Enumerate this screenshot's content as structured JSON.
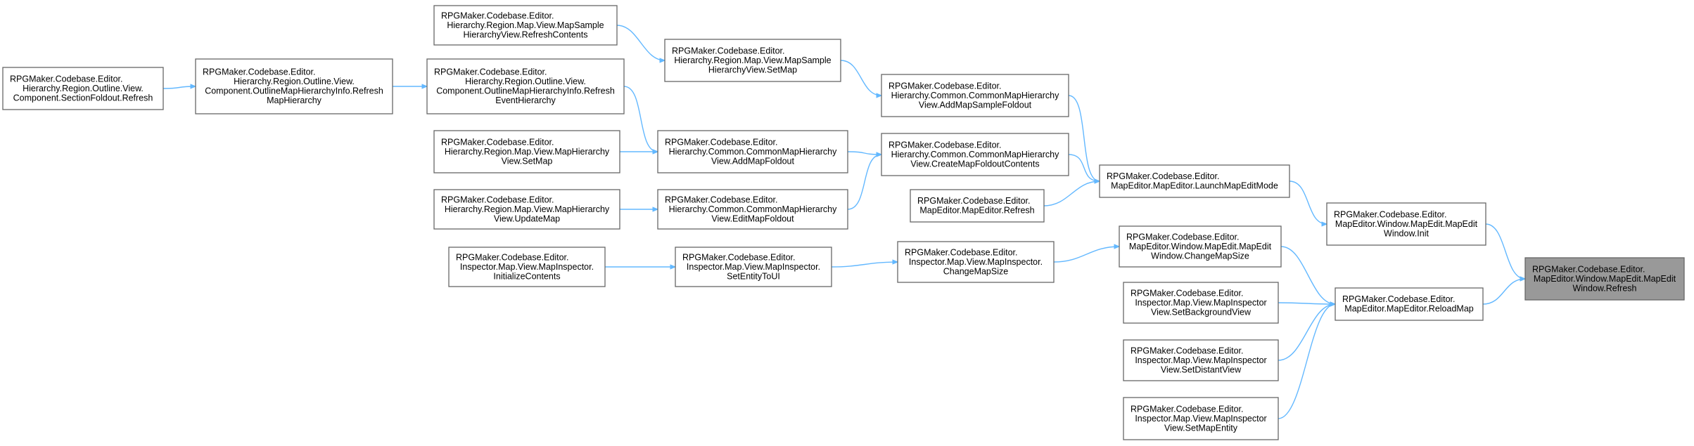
{
  "diagram": {
    "nodes": [
      {
        "id": "n_refresh_target",
        "lines": [
          "RPGMaker.Codebase.Editor.",
          "MapEditor.Window.MapEdit.MapEdit",
          "Window.Refresh"
        ],
        "highlight": true
      },
      {
        "id": "n_init",
        "lines": [
          "RPGMaker.Codebase.Editor.",
          "MapEditor.Window.MapEdit.MapEdit",
          "Window.Init"
        ]
      },
      {
        "id": "n_reloadmap",
        "lines": [
          "RPGMaker.Codebase.Editor.",
          "MapEditor.MapEditor.ReloadMap"
        ]
      },
      {
        "id": "n_launch",
        "lines": [
          "RPGMaker.Codebase.Editor.",
          "MapEditor.MapEditor.LaunchMapEditMode"
        ]
      },
      {
        "id": "n_addsamplefoldout",
        "lines": [
          "RPGMaker.Codebase.Editor.",
          "Hierarchy.Common.CommonMapHierarchy",
          "View.AddMapSampleFoldout"
        ]
      },
      {
        "id": "n_createfoldout",
        "lines": [
          "RPGMaker.Codebase.Editor.",
          "Hierarchy.Common.CommonMapHierarchy",
          "View.CreateMapFoldoutContents"
        ]
      },
      {
        "id": "n_mapeditor_refresh",
        "lines": [
          "RPGMaker.Codebase.Editor.",
          "MapEditor.MapEditor.Refresh"
        ]
      },
      {
        "id": "n_sample_setmap",
        "lines": [
          "RPGMaker.Codebase.Editor.",
          "Hierarchy.Region.Map.View.MapSample",
          "HierarchyView.SetMap"
        ]
      },
      {
        "id": "n_sample_refreshcontents",
        "lines": [
          "RPGMaker.Codebase.Editor.",
          "Hierarchy.Region.Map.View.MapSample",
          "HierarchyView.RefreshContents"
        ]
      },
      {
        "id": "n_addmapfoldout",
        "lines": [
          "RPGMaker.Codebase.Editor.",
          "Hierarchy.Common.CommonMapHierarchy",
          "View.AddMapFoldout"
        ]
      },
      {
        "id": "n_editmapfoldout",
        "lines": [
          "RPGMaker.Codebase.Editor.",
          "Hierarchy.Common.CommonMapHierarchy",
          "View.EditMapFoldout"
        ]
      },
      {
        "id": "n_refresheventhierarchy",
        "lines": [
          "RPGMaker.Codebase.Editor.",
          "Hierarchy.Region.Outline.View.",
          "Component.OutlineMapHierarchyInfo.Refresh",
          "EventHierarchy"
        ]
      },
      {
        "id": "n_refreshmaphierarchy",
        "lines": [
          "RPGMaker.Codebase.Editor.",
          "Hierarchy.Region.Outline.View.",
          "Component.OutlineMapHierarchyInfo.Refresh",
          "MapHierarchy"
        ]
      },
      {
        "id": "n_sectionfoldout",
        "lines": [
          "RPGMaker.Codebase.Editor.",
          "Hierarchy.Region.Outline.View.",
          "Component.SectionFoldout.Refresh"
        ]
      },
      {
        "id": "n_hier_setmap",
        "lines": [
          "RPGMaker.Codebase.Editor.",
          "Hierarchy.Region.Map.View.MapHierarchy",
          "View.SetMap"
        ]
      },
      {
        "id": "n_hier_updatemap",
        "lines": [
          "RPGMaker.Codebase.Editor.",
          "Hierarchy.Region.Map.View.MapHierarchy",
          "View.UpdateMap"
        ]
      },
      {
        "id": "n_window_changemapsize",
        "lines": [
          "RPGMaker.Codebase.Editor.",
          "MapEditor.Window.MapEdit.MapEdit",
          "Window.ChangeMapSize"
        ]
      },
      {
        "id": "n_insp_changemapsize",
        "lines": [
          "RPGMaker.Codebase.Editor.",
          "Inspector.Map.View.MapInspector.",
          "ChangeMapSize"
        ]
      },
      {
        "id": "n_insp_setentitytoui",
        "lines": [
          "RPGMaker.Codebase.Editor.",
          "Inspector.Map.View.MapInspector.",
          "SetEntityToUI"
        ]
      },
      {
        "id": "n_insp_initcontents",
        "lines": [
          "RPGMaker.Codebase.Editor.",
          "Inspector.Map.View.MapInspector.",
          "InitializeContents"
        ]
      },
      {
        "id": "n_setbackgroundview",
        "lines": [
          "RPGMaker.Codebase.Editor.",
          "Inspector.Map.View.MapInspector",
          "View.SetBackgroundView"
        ]
      },
      {
        "id": "n_setdistantview",
        "lines": [
          "RPGMaker.Codebase.Editor.",
          "Inspector.Map.View.MapInspector",
          "View.SetDistantView"
        ]
      },
      {
        "id": "n_setmapentity",
        "lines": [
          "RPGMaker.Codebase.Editor.",
          "Inspector.Map.View.MapInspector",
          "View.SetMapEntity"
        ]
      }
    ],
    "edges": [
      {
        "from": "n_init",
        "to": "n_refresh_target"
      },
      {
        "from": "n_reloadmap",
        "to": "n_refresh_target"
      },
      {
        "from": "n_launch",
        "to": "n_init"
      },
      {
        "from": "n_addsamplefoldout",
        "to": "n_launch"
      },
      {
        "from": "n_createfoldout",
        "to": "n_launch"
      },
      {
        "from": "n_mapeditor_refresh",
        "to": "n_launch"
      },
      {
        "from": "n_sample_setmap",
        "to": "n_addsamplefoldout"
      },
      {
        "from": "n_sample_refreshcontents",
        "to": "n_sample_setmap"
      },
      {
        "from": "n_addmapfoldout",
        "to": "n_createfoldout"
      },
      {
        "from": "n_editmapfoldout",
        "to": "n_createfoldout"
      },
      {
        "from": "n_refresheventhierarchy",
        "to": "n_addmapfoldout"
      },
      {
        "from": "n_refreshmaphierarchy",
        "to": "n_refresheventhierarchy"
      },
      {
        "from": "n_sectionfoldout",
        "to": "n_refreshmaphierarchy"
      },
      {
        "from": "n_hier_setmap",
        "to": "n_addmapfoldout"
      },
      {
        "from": "n_hier_updatemap",
        "to": "n_editmapfoldout"
      },
      {
        "from": "n_window_changemapsize",
        "to": "n_reloadmap"
      },
      {
        "from": "n_insp_changemapsize",
        "to": "n_window_changemapsize"
      },
      {
        "from": "n_insp_setentitytoui",
        "to": "n_insp_changemapsize"
      },
      {
        "from": "n_insp_initcontents",
        "to": "n_insp_setentitytoui"
      },
      {
        "from": "n_setbackgroundview",
        "to": "n_reloadmap"
      },
      {
        "from": "n_setdistantview",
        "to": "n_reloadmap"
      },
      {
        "from": "n_setmapentity",
        "to": "n_reloadmap"
      }
    ],
    "colors": {
      "edge": "#63b8ff",
      "node_border": "#666666",
      "node_fill": "#ffffff",
      "highlight_fill": "#999999"
    }
  }
}
